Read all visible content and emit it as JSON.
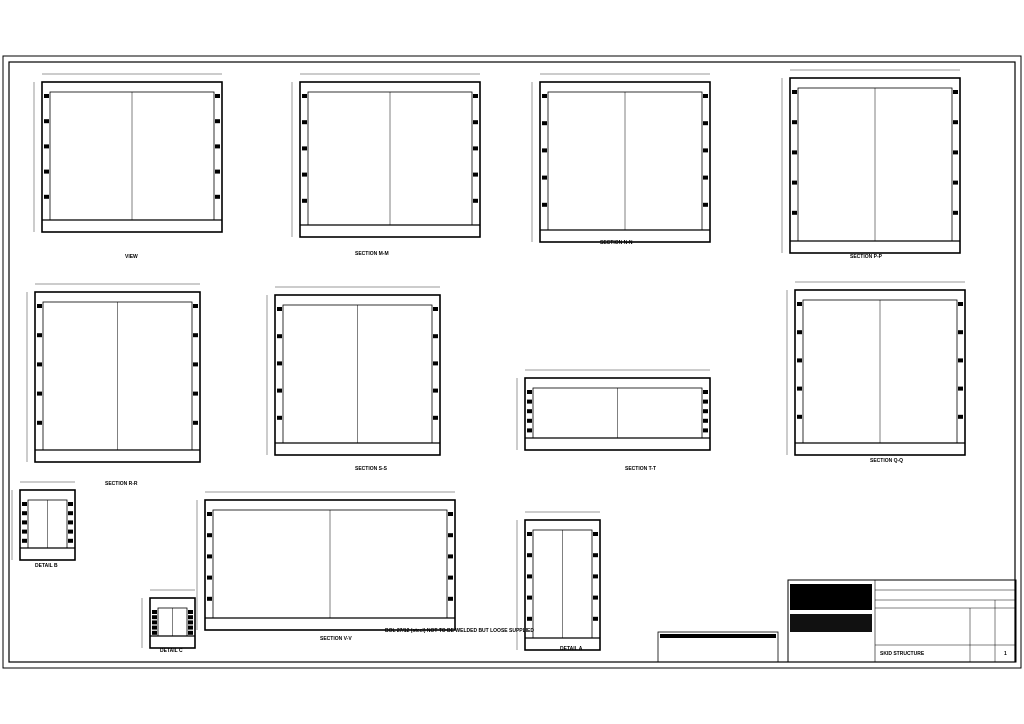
{
  "drawing": {
    "views": [
      {
        "label": "VIEW"
      },
      {
        "label": "SECTION M-M"
      },
      {
        "label": "SECTION N-N"
      },
      {
        "label": "SECTION P-P"
      },
      {
        "label": "SECTION R-R"
      },
      {
        "label": "SECTION S-S"
      },
      {
        "label": "SECTION T-T"
      },
      {
        "label": "SECTION Q-Q"
      },
      {
        "label": "SECTION V-V"
      },
      {
        "label": "DETAIL A"
      },
      {
        "label": "DETAIL B"
      },
      {
        "label": "DETAIL C"
      }
    ],
    "note": "BOL 27/12 (steel) NOT TO BE WELDED BUT LOOSE SUPPLIED",
    "title_block": {
      "title": "SKID STRUCTURE",
      "sheet": "1"
    }
  }
}
